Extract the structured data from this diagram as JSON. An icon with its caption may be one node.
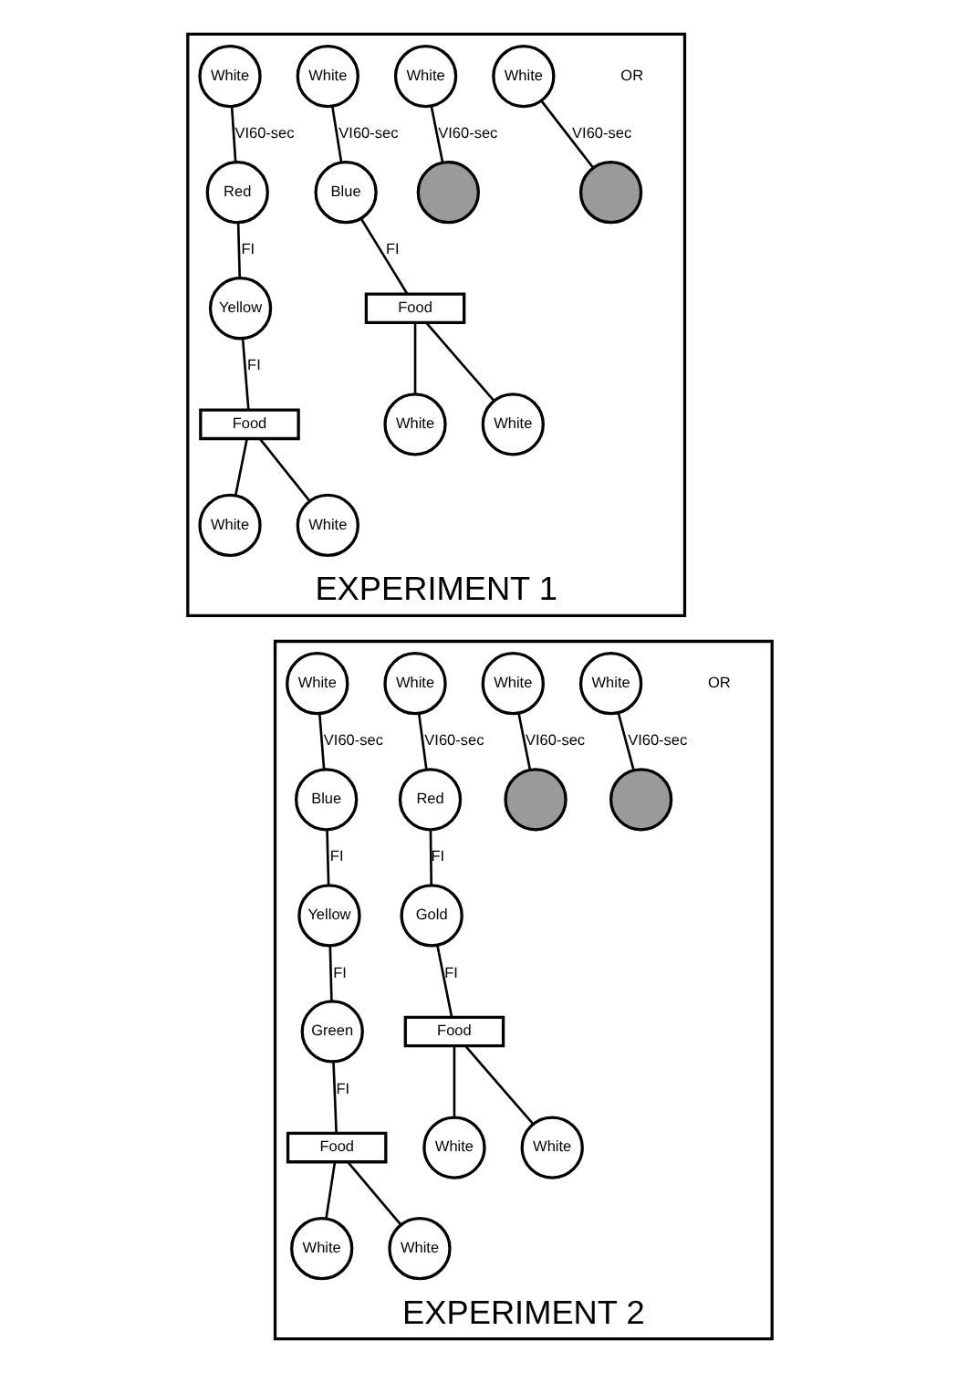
{
  "diagram": {
    "nodes": [
      {
        "text": [
          "EXPERIMENT 1"
        ]
      },
      {
        "text": [
          "White"
        ],
        "in": 0
      },
      {
        "text": [
          "Blue"
        ],
        "in": 0
      },
      {
        "text": [
          "Food"
        ],
        "in": 0
      },
      {
        "text": [
          "White"
        ],
        "in": 0
      },
      {
        "text": [
          "White"
        ],
        "in": 0
      },
      {
        "text": [
          "White"
        ],
        "in": 0
      },
      {
        "text": [],
        "shape": "circle",
        "in": 0
      },
      {
        "text": [
          "White"
        ],
        "in": 0
      },
      {
        "text": [],
        "shape": "circle",
        "in": 0
      },
      {
        "text": [
          "White"
        ],
        "in": 0
      },
      {
        "text": [
          "Red"
        ],
        "in": 0
      },
      {
        "text": [
          "Yellow"
        ],
        "in": 0
      },
      {
        "text": [
          "Food"
        ],
        "in": 0
      },
      {
        "text": [
          "White"
        ],
        "in": 0
      },
      {
        "text": [
          "White"
        ],
        "in": 0
      },
      {
        "text": [
          "EXPERIMENT 2"
        ]
      },
      {
        "text": [
          "White"
        ],
        "in": 16
      },
      {
        "text": [
          "Red"
        ],
        "in": 16
      },
      {
        "text": [
          "Gold"
        ],
        "in": 16
      },
      {
        "text": [
          "Food"
        ],
        "in": 16
      },
      {
        "text": [
          "White"
        ],
        "in": 16
      },
      {
        "text": [
          "White"
        ],
        "in": 16
      },
      {
        "text": [
          "White"
        ],
        "in": 16
      },
      {
        "text": [],
        "shape": "circle",
        "in": 16
      },
      {
        "text": [
          "White"
        ],
        "in": 16
      },
      {
        "text": [],
        "shape": "circle",
        "in": 16
      },
      {
        "text": [
          "White"
        ],
        "in": 16
      },
      {
        "text": [
          "Blue"
        ],
        "in": 16
      },
      {
        "text": [
          "Yellow"
        ],
        "in": 16
      },
      {
        "text": [
          "Green"
        ],
        "in": 16
      },
      {
        "text": [
          "Food"
        ],
        "in": 16
      },
      {
        "text": [
          "White"
        ],
        "in": 16
      },
      {
        "text": [
          "White"
        ],
        "in": 16
      }
    ],
    "edges": [
      {
        "from": 1,
        "to": 2,
        "arrow": "none",
        "label": "VI60-sec"
      },
      {
        "from": 2,
        "to": 3,
        "arrow": "none",
        "label": "FI"
      },
      {
        "from": 3,
        "to": 4,
        "arrow": "none"
      },
      {
        "from": 3,
        "to": 5,
        "arrow": "none"
      },
      {
        "from": 6,
        "to": 7,
        "arrow": "none",
        "label": "VI60-sec"
      },
      {
        "from": 8,
        "to": 9,
        "arrow": "none",
        "label": "VI60-sec"
      },
      {
        "from": 10,
        "to": 11,
        "arrow": "none",
        "label": "VI60-sec"
      },
      {
        "from": 11,
        "to": 12,
        "arrow": "none",
        "label": "FI"
      },
      {
        "from": 12,
        "to": 13,
        "arrow": "none",
        "label": "FI"
      },
      {
        "from": 13,
        "to": 14,
        "arrow": "none"
      },
      {
        "from": 13,
        "to": 15,
        "arrow": "none"
      },
      {
        "from": 17,
        "to": 18,
        "arrow": "none",
        "label": "VI60-sec"
      },
      {
        "from": 18,
        "to": 19,
        "arrow": "none",
        "label": "FI"
      },
      {
        "from": 19,
        "to": 20,
        "arrow": "none",
        "label": "FI"
      },
      {
        "from": 20,
        "to": 21,
        "arrow": "none"
      },
      {
        "from": 20,
        "to": 22,
        "arrow": "none"
      },
      {
        "from": 23,
        "to": 24,
        "arrow": "none",
        "label": "VI60-sec"
      },
      {
        "from": 25,
        "to": 26,
        "arrow": "none",
        "label": "VI60-sec"
      },
      {
        "from": 27,
        "to": 28,
        "arrow": "none",
        "label": "VI60-sec"
      },
      {
        "from": 28,
        "to": 29,
        "arrow": "none",
        "label": "FI"
      },
      {
        "from": 29,
        "to": 30,
        "arrow": "none",
        "label": "FI"
      },
      {
        "from": 30,
        "to": 31,
        "arrow": "none",
        "label": "FI"
      },
      {
        "from": 31,
        "to": 32,
        "arrow": "none"
      },
      {
        "from": 31,
        "to": 33,
        "arrow": "none"
      }
    ],
    "labels": [
      "OR",
      "OR"
    ]
  }
}
